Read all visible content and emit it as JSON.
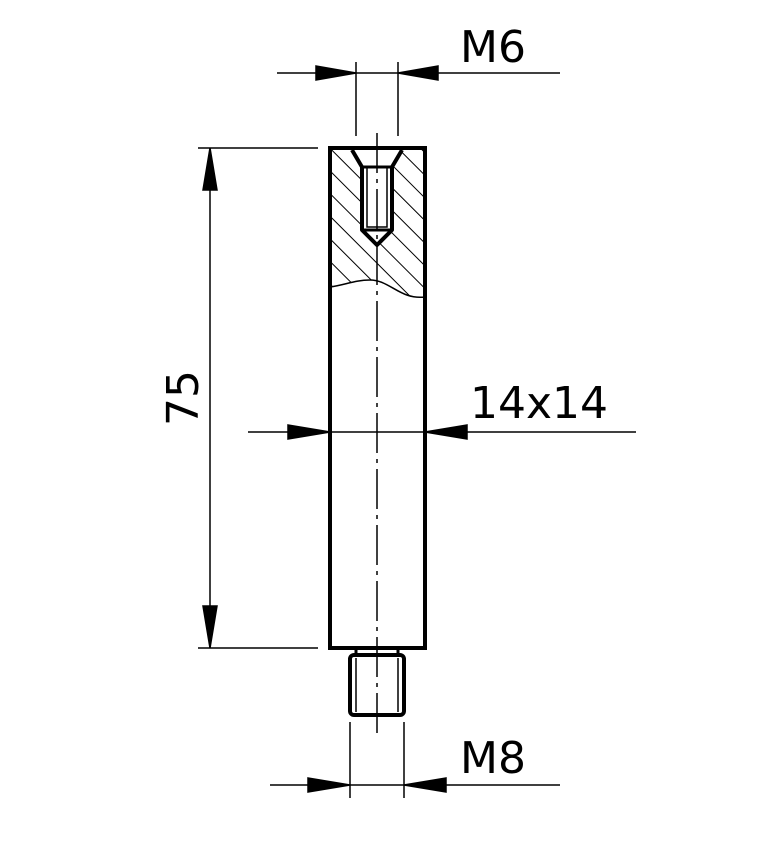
{
  "drawing": {
    "dimensions": {
      "top_thread": "M6",
      "length": "75",
      "cross_section": "14x14",
      "bottom_thread": "M8"
    },
    "colors": {
      "line": "#000000",
      "background": "#ffffff"
    }
  }
}
